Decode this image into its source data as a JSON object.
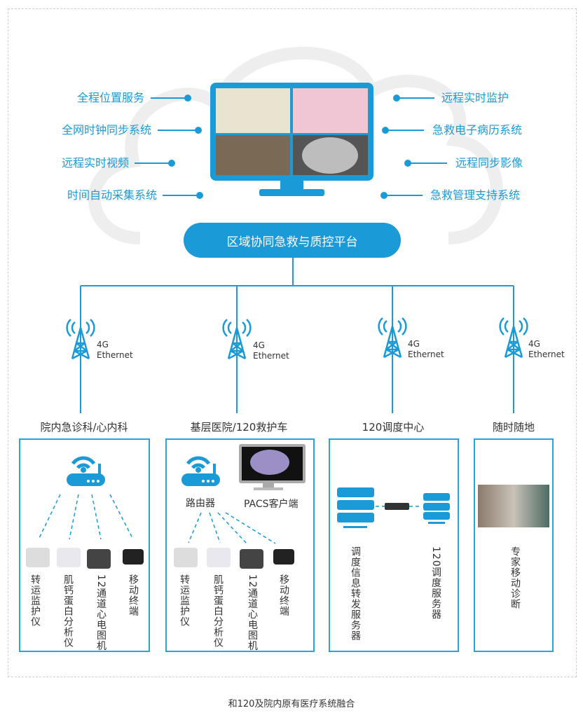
{
  "left_features": [
    "全程位置服务",
    "全网时钟同步系统",
    "远程实时视频",
    "时间自动采集系统"
  ],
  "right_features": [
    "远程实时监护",
    "急救电子病历系统",
    "远程同步影像",
    "急救管理支持系统"
  ],
  "platform": "区域协同急救与质控平台",
  "network_label": {
    "line1": "4G",
    "line2": "Ethernet"
  },
  "groups": [
    {
      "title": "院内急诊科/心内科",
      "devices": [
        "转运监护仪",
        "肌钙蛋白分析仪",
        "12通道心电图机",
        "移动终端"
      ]
    },
    {
      "title": "基层医院/120救护车",
      "router": "路由器",
      "pacs": "PACS客户端",
      "devices": [
        "转运监护仪",
        "肌钙蛋白分析仪",
        "12通道心电图机",
        "移动终端"
      ]
    },
    {
      "title": "120调度中心",
      "servers": [
        "调度信息转发服务器",
        "120调度服务器"
      ]
    },
    {
      "title": "随时随地",
      "items": [
        "专家移动诊断"
      ]
    }
  ],
  "caption": "和120及院内原有医疗系统融合",
  "colors": {
    "accent": "#1a9ad6",
    "cloud": "#eeeeee"
  }
}
